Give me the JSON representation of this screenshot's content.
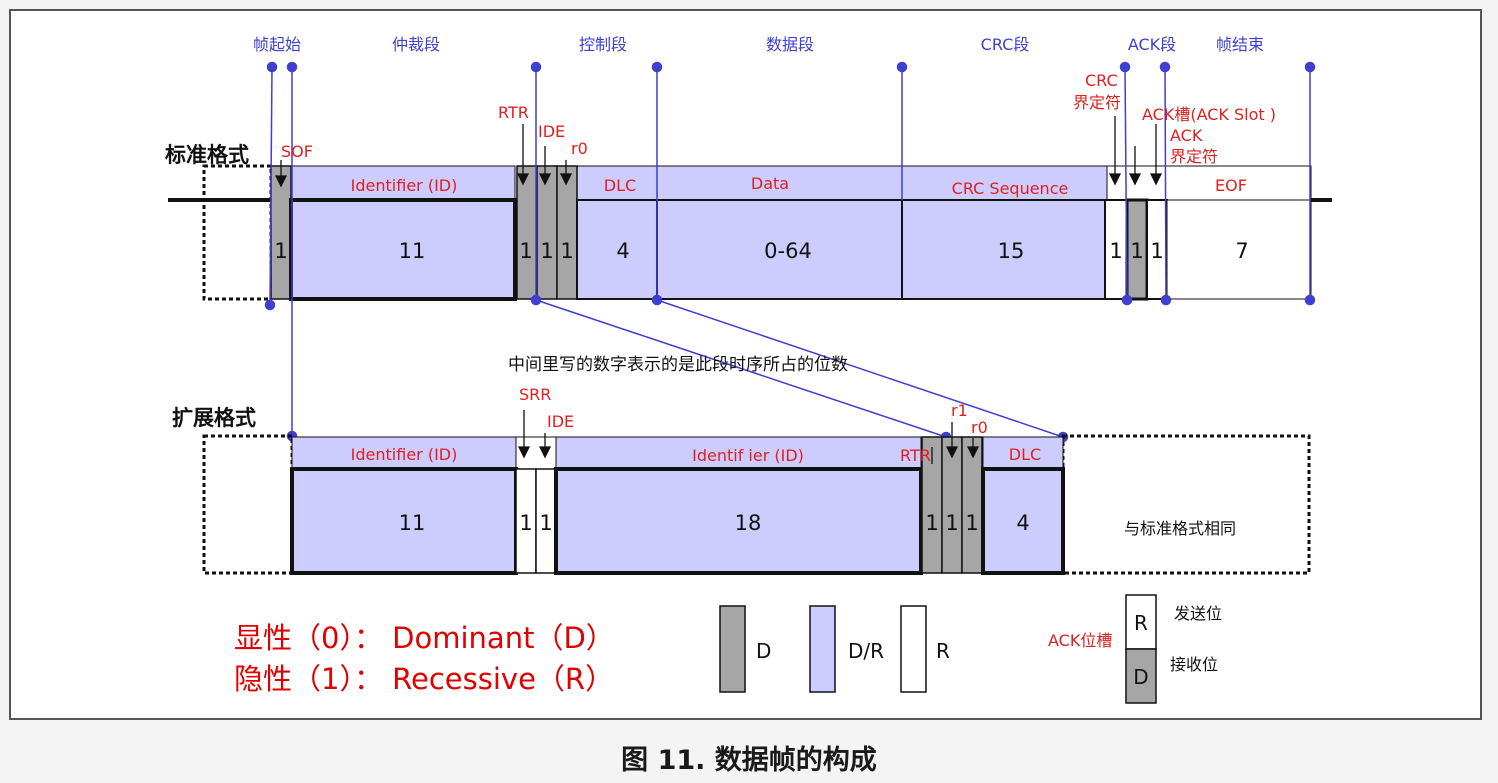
{
  "caption": "图 11.   数据帧的构成",
  "note": "中间里写的数字表示的是此段时序所占的位数",
  "colors": {
    "dominant": "#a6a6a6",
    "mixed": "#ccccff",
    "recessive": "#ffffff",
    "guide": "#3f3fd0",
    "label_red": "#e02020",
    "legend_red": "#e00000"
  },
  "field_headers": {
    "sof": "帧起始",
    "arbitration": "仲裁段",
    "control": "控制段",
    "data": "数据段",
    "crc": "CRC段",
    "ack": "ACK段",
    "eof": "帧结束"
  },
  "standard": {
    "label": "标准格式",
    "annotations": {
      "sof": "SOF",
      "rtr": "RTR",
      "ide": "IDE",
      "r0": "r0",
      "crc_delim_line1": "CRC",
      "crc_delim_line2": "界定符",
      "ack_slot": "ACK槽(ACK Slot )",
      "ack_delim_line1": "ACK",
      "ack_delim_line2": "界定符"
    },
    "top_labels": {
      "identifier": "Identifier (ID)",
      "dlc": "DLC",
      "data": "Data",
      "crc_seq": "CRC Sequence",
      "eof": "EOF"
    },
    "bits": {
      "sof": "1",
      "identifier": "11",
      "rtr": "1",
      "ide": "1",
      "r0": "1",
      "dlc": "4",
      "data": "0-64",
      "crc_seq": "15",
      "crc_delim": "1",
      "ack_slot": "1",
      "ack_delim": "1",
      "eof": "7"
    }
  },
  "extended": {
    "label": "扩展格式",
    "annotations": {
      "srr": "SRR",
      "ide": "IDE",
      "rtr": "RTR",
      "r1": "r1",
      "r0": "r0"
    },
    "top_labels": {
      "identifier1": "Identifier (ID)",
      "identifier2": "Identif ier (ID)",
      "dlc": "DLC"
    },
    "bits": {
      "identifier1": "11",
      "srr": "1",
      "ide": "1",
      "identifier2": "18",
      "rtr": "1",
      "r1": "1",
      "r0": "1",
      "dlc": "4"
    },
    "same_as_standard": "与标准格式相同"
  },
  "legend": {
    "dominant_line": "显性（0）： Dominant（D）",
    "recessive_line": "隐性（1）： Recessive（R）",
    "swatch_d": "D",
    "swatch_dr": "D/R",
    "swatch_r": "R",
    "ack_slot_label": "ACK位槽",
    "ack_r": "R",
    "ack_d": "D",
    "send_bit": "发送位",
    "receive_bit": "接收位"
  }
}
